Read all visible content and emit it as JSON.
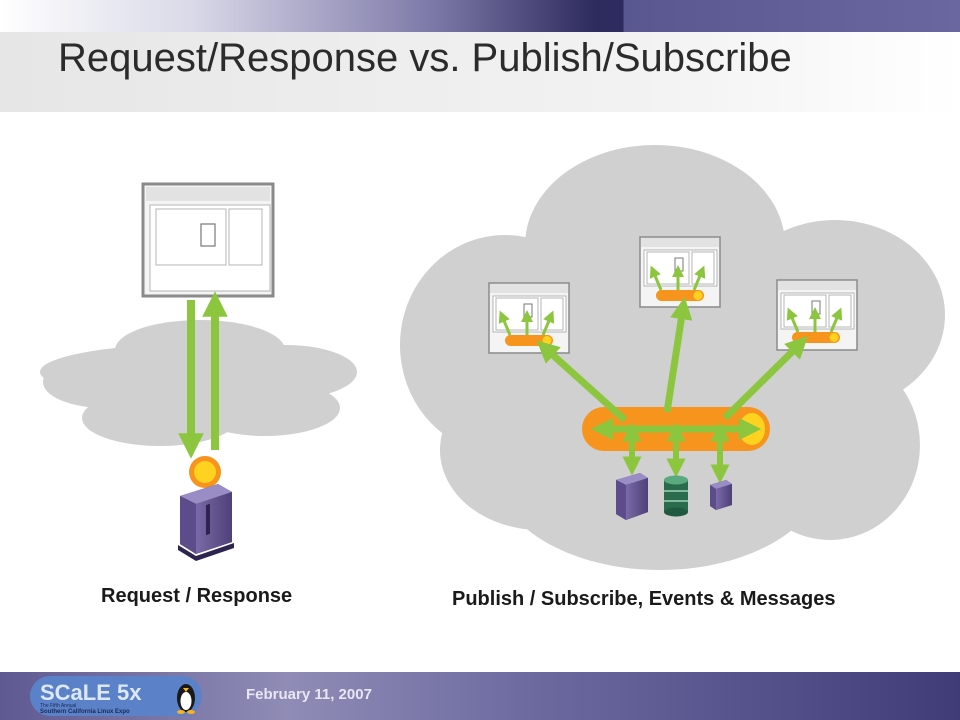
{
  "slide": {
    "title": "Request/Response vs. Publish/Subscribe",
    "captions": {
      "left": "Request / Response",
      "right": "Publish / Subscribe, Events & Messages"
    }
  },
  "footer": {
    "logo_text": "SCaLE 5x",
    "logo_subtext_line1": "The Fifth Annual",
    "logo_subtext_line2": "Southern California Linux Expo",
    "date": "February 11, 2007"
  },
  "colors": {
    "arrow": "#8cc63f",
    "bus": "#f7941d",
    "server": "#6b5b95",
    "cloud": "#d0d0d0"
  }
}
